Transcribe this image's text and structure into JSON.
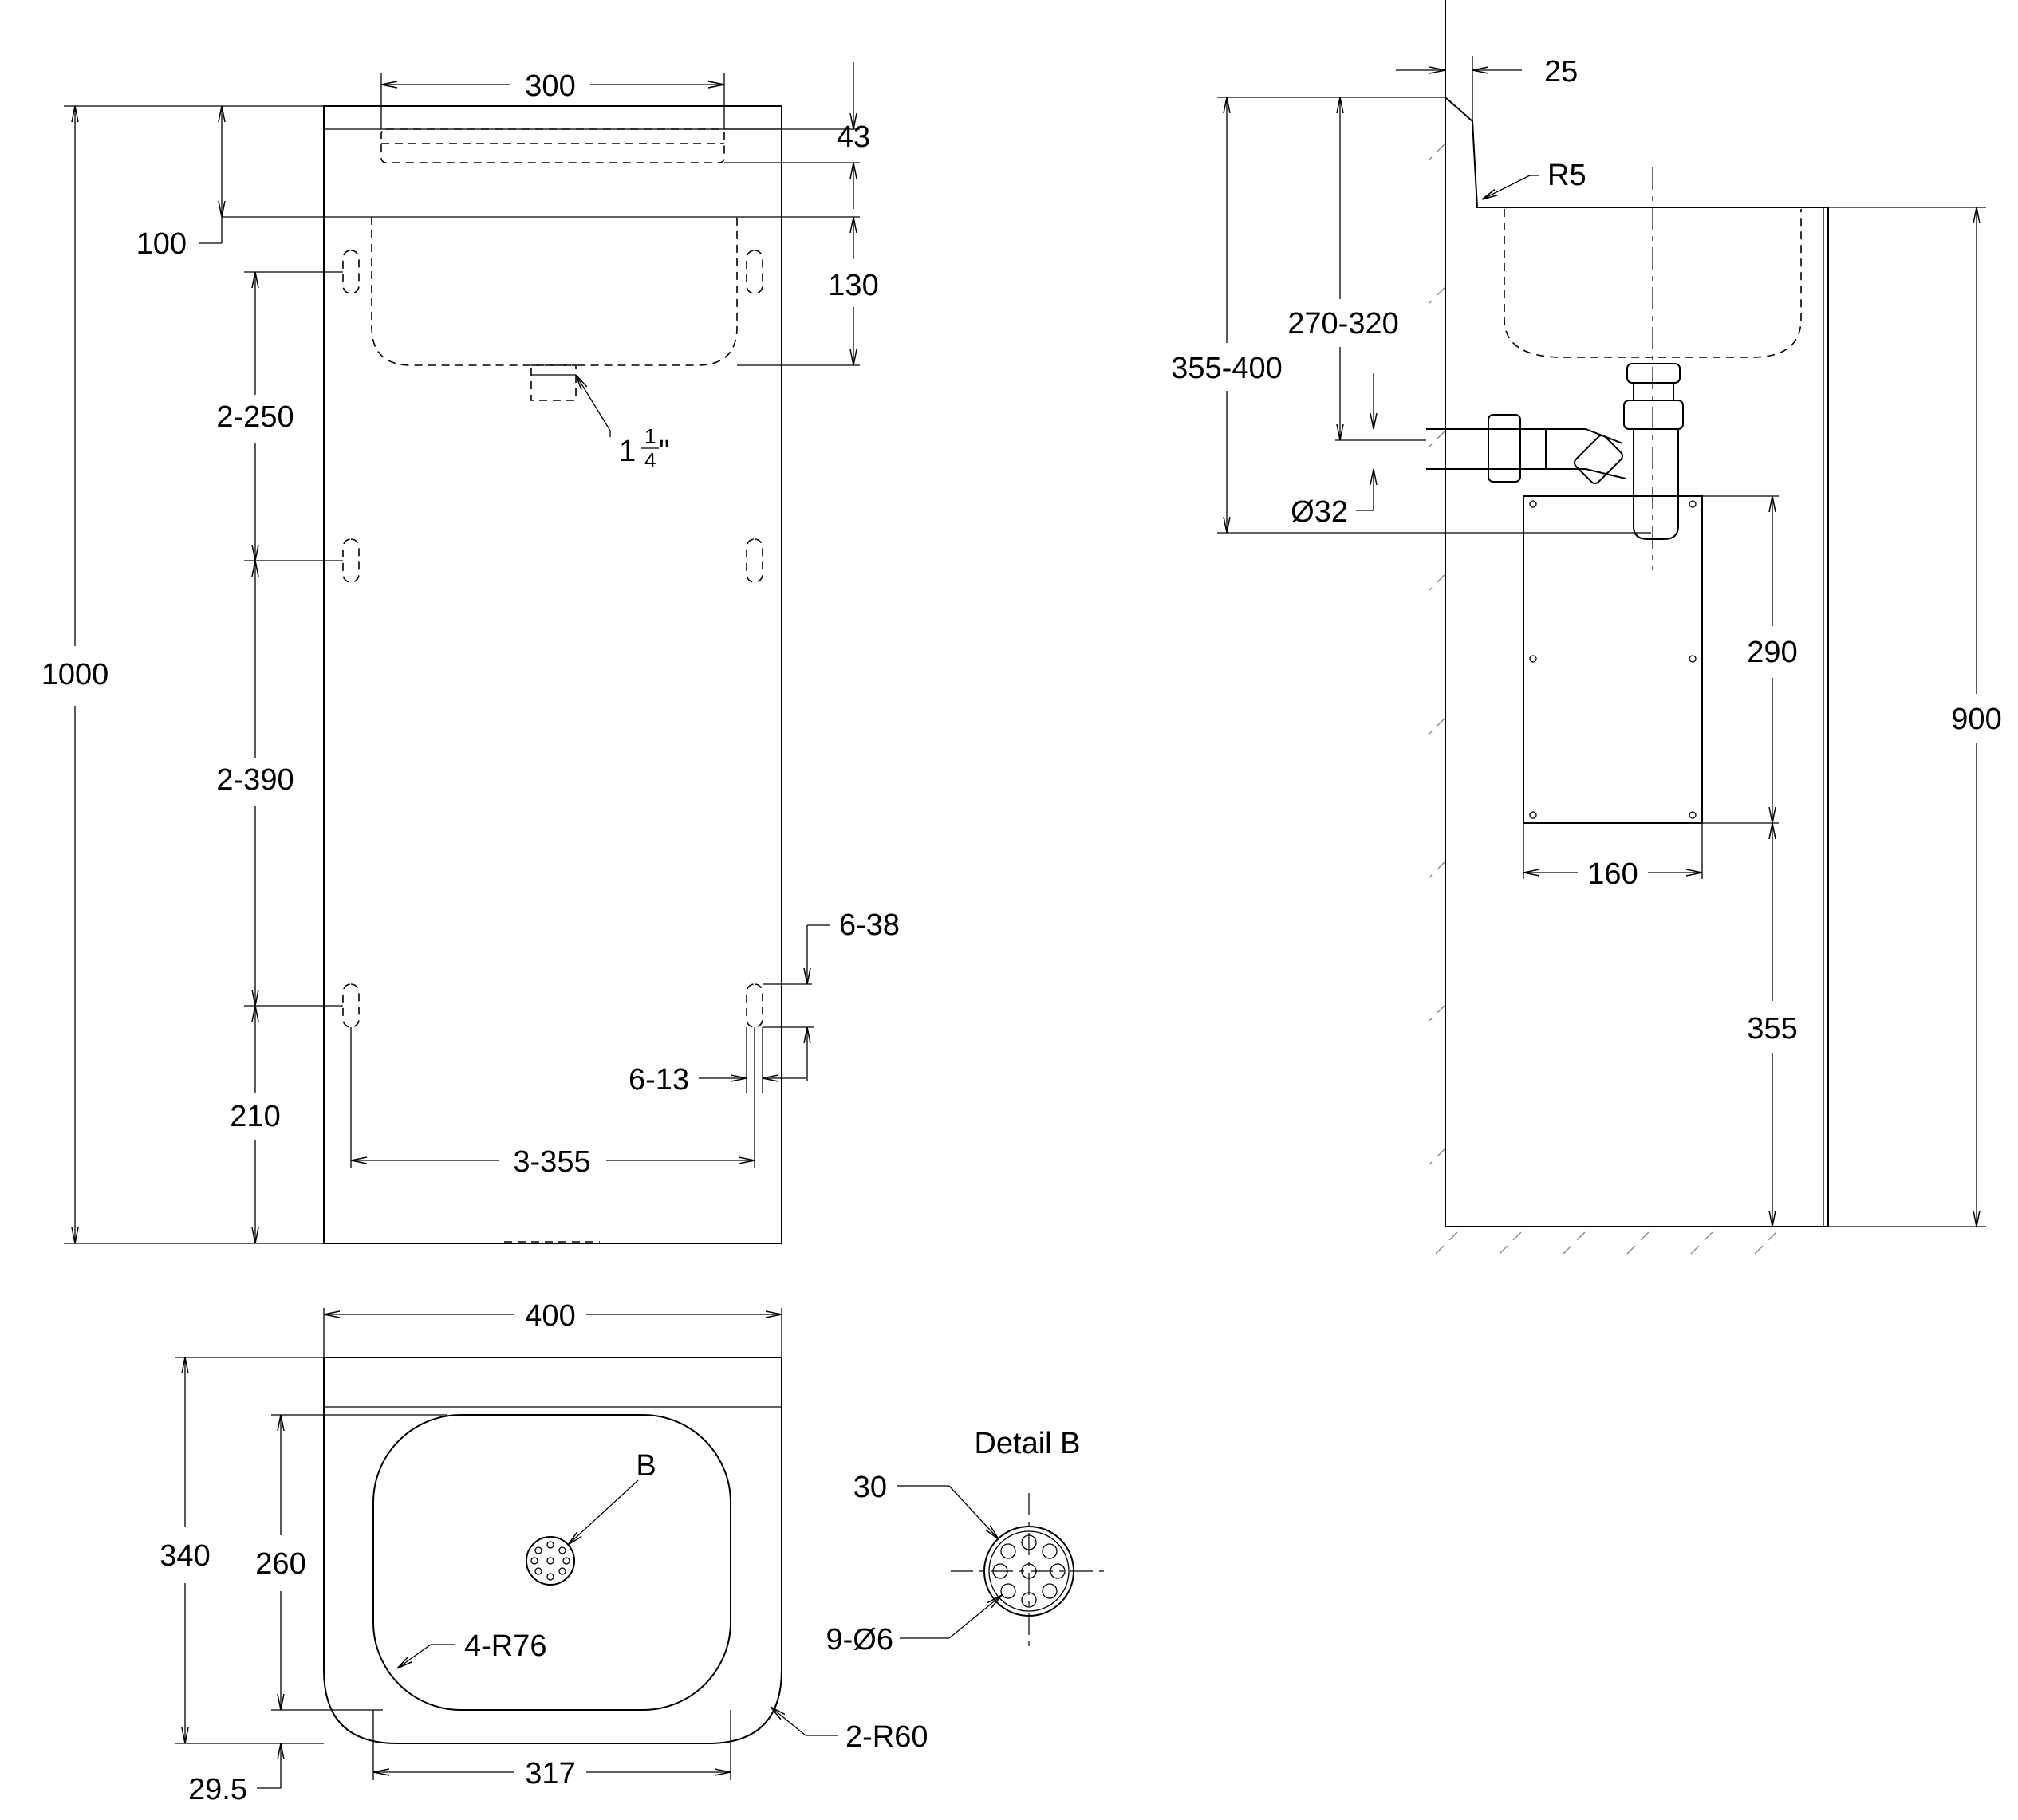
{
  "front_view": {
    "width_bracket": "300",
    "bracket_height": "43",
    "top_offset": "100",
    "bowl_depth": "130",
    "overall_height": "1000",
    "hole_spacing_1": "2-250",
    "hole_spacing_2": "2-390",
    "hole_bottom": "210",
    "hole_horizontal": "3-355",
    "slot_length": "6-38",
    "slot_width": "6-13",
    "waste_size_whole": "1",
    "waste_size_num": "1",
    "waste_size_den": "4",
    "waste_size_unit": "\""
  },
  "plan_view": {
    "width": "400",
    "depth": "340",
    "bowl_depth": "260",
    "bowl_width": "317",
    "front_offset": "29.5",
    "bowl_radius": "4-R76",
    "corner_radius": "2-R60",
    "detail_marker": "B"
  },
  "detail_b": {
    "title": "Detail B",
    "diameter": "30",
    "holes": "9-Ø6"
  },
  "side_view": {
    "wall_offset": "25",
    "radius": "R5",
    "trap_height": "355-400",
    "outlet_height": "270-320",
    "pipe_diameter": "Ø32",
    "panel_height": "290",
    "panel_width": "160",
    "panel_bottom": "355",
    "overall_height": "900"
  }
}
